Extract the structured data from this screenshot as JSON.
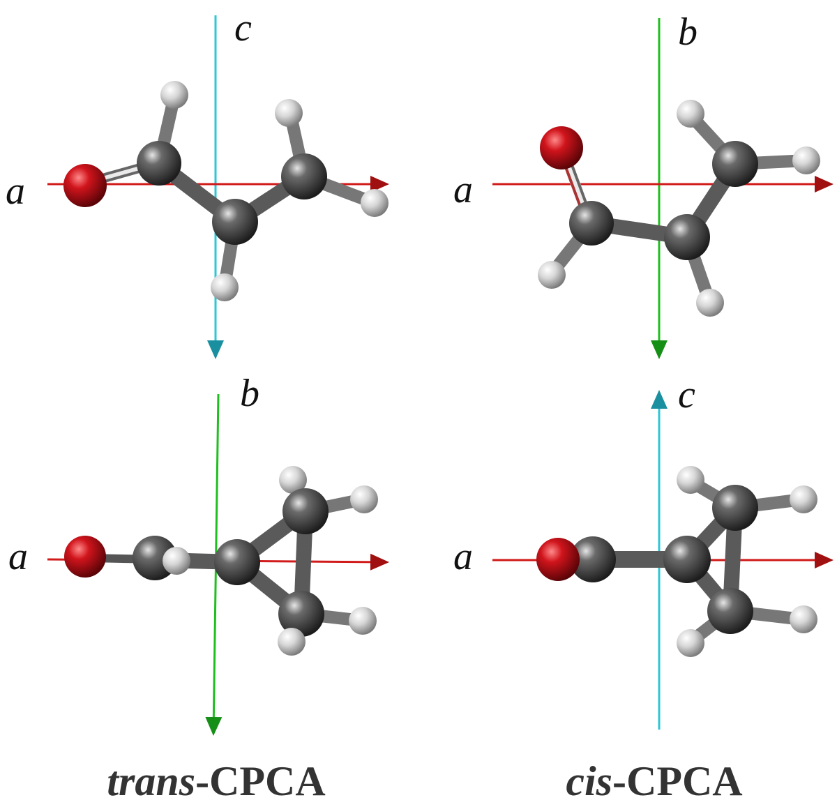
{
  "colors": {
    "background": "#ffffff",
    "axis_a": "#d11a1a",
    "axis_b": "#1fbf1f",
    "axis_c": "#2cc6d6",
    "oxygen": "#c0121a",
    "carbon": "#454545",
    "hydrogen": "#d9d9d9",
    "bond": "#555555"
  },
  "panels": [
    {
      "id": "trans-ac",
      "horizontal_axis": "a",
      "vertical_axis": "c",
      "atoms": [
        {
          "element": "O",
          "icon": "oxygen-atom"
        },
        {
          "element": "C",
          "icon": "carbonyl-carbon"
        },
        {
          "element": "H",
          "icon": "aldehyde-hydrogen"
        },
        {
          "element": "C",
          "icon": "ring-carbon"
        },
        {
          "element": "H",
          "icon": "ring-hydrogen"
        },
        {
          "element": "C",
          "icon": "ring-ch2-carbon"
        },
        {
          "element": "H",
          "icon": "ch2-hydrogen"
        },
        {
          "element": "H",
          "icon": "ch2-hydrogen"
        }
      ]
    },
    {
      "id": "cis-ab",
      "horizontal_axis": "a",
      "vertical_axis": "b",
      "atoms": [
        {
          "element": "O",
          "icon": "oxygen-atom"
        },
        {
          "element": "C",
          "icon": "carbonyl-carbon"
        },
        {
          "element": "H",
          "icon": "aldehyde-hydrogen"
        },
        {
          "element": "C",
          "icon": "ring-carbon"
        },
        {
          "element": "H",
          "icon": "ring-hydrogen"
        },
        {
          "element": "C",
          "icon": "ring-ch2-carbon"
        },
        {
          "element": "H",
          "icon": "ch2-hydrogen"
        },
        {
          "element": "H",
          "icon": "ch2-hydrogen"
        }
      ]
    },
    {
      "id": "trans-ab",
      "horizontal_axis": "a",
      "vertical_axis": "b",
      "atoms": [
        {
          "element": "O",
          "icon": "oxygen-atom"
        },
        {
          "element": "C",
          "icon": "carbonyl-carbon"
        },
        {
          "element": "H",
          "icon": "aldehyde-hydrogen"
        },
        {
          "element": "C",
          "icon": "ring-carbon"
        },
        {
          "element": "C",
          "icon": "ring-ch2-carbon"
        },
        {
          "element": "C",
          "icon": "ring-ch2-carbon"
        },
        {
          "element": "H",
          "icon": "ch2-hydrogen"
        },
        {
          "element": "H",
          "icon": "ch2-hydrogen"
        },
        {
          "element": "H",
          "icon": "ch2-hydrogen"
        },
        {
          "element": "H",
          "icon": "ch2-hydrogen"
        }
      ]
    },
    {
      "id": "cis-ac",
      "horizontal_axis": "a",
      "vertical_axis": "c",
      "atoms": [
        {
          "element": "O",
          "icon": "oxygen-atom"
        },
        {
          "element": "C",
          "icon": "carbonyl-carbon"
        },
        {
          "element": "C",
          "icon": "ring-carbon"
        },
        {
          "element": "C",
          "icon": "ring-ch2-carbon"
        },
        {
          "element": "C",
          "icon": "ring-ch2-carbon"
        },
        {
          "element": "H",
          "icon": "ch2-hydrogen"
        },
        {
          "element": "H",
          "icon": "ch2-hydrogen"
        },
        {
          "element": "H",
          "icon": "ch2-hydrogen"
        },
        {
          "element": "H",
          "icon": "ch2-hydrogen"
        }
      ]
    }
  ],
  "captions": {
    "trans": {
      "prefix": "trans",
      "suffix": "-CPCA"
    },
    "cis": {
      "prefix": "cis",
      "suffix": "-CPCA"
    }
  }
}
